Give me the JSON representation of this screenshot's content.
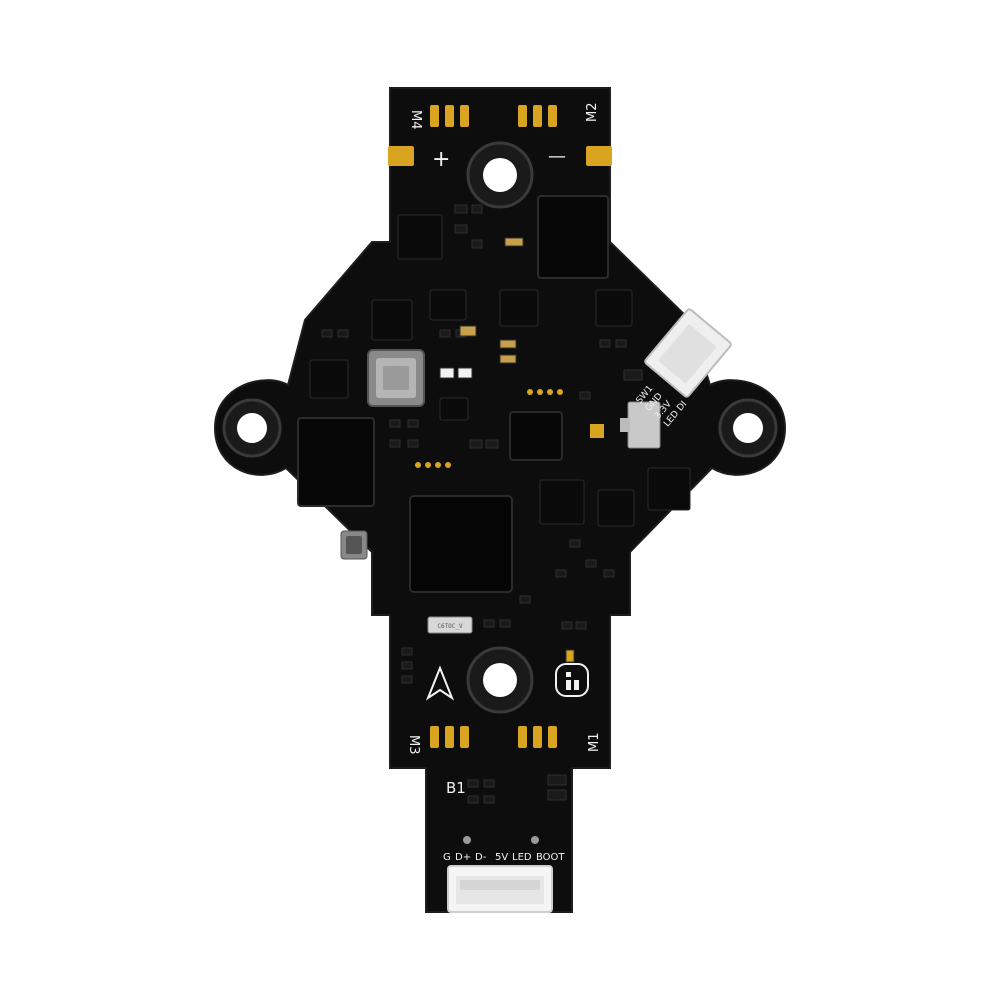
{
  "image": {
    "subject": "flight-controller-pcb",
    "background_color": "#ffffff",
    "board_color": "#0d0d0d",
    "silkscreen_color": "#f2f2f2",
    "pad_color": "#d9a520"
  },
  "silkscreen": {
    "motor_m4": "M4",
    "motor_m2": "M2",
    "motor_m3": "M3",
    "motor_m1": "M1",
    "plus": "+",
    "minus": "—",
    "b1": "B1",
    "sw1": "SW1",
    "gnd": "GND",
    "v33": "3.3V",
    "led_di": "LED DI",
    "crystal": "C6TOC_V",
    "usb_pins": {
      "g": "G",
      "dp": "D+",
      "dm": "D-",
      "v5": "5V",
      "led": "LED",
      "boot": "BOOT"
    }
  }
}
